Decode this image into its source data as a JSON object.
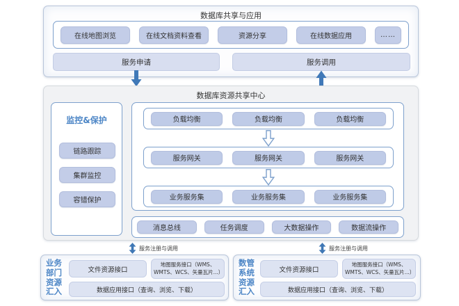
{
  "colors": {
    "accent_blue": "#4079b8",
    "panel_border": "#7da0cc",
    "button_fill": "#c3cde8",
    "bar_fill": "#d8def0",
    "label_blue": "#4d86c6",
    "mid_background": "#f1f2f4"
  },
  "top": {
    "title": "数据库共享与应用",
    "apps": [
      "在线地图浏览",
      "在线文档资料查看",
      "资源分享",
      "在线数据应用",
      "……"
    ],
    "service_apply": "服务申请",
    "service_invoke": "服务调用"
  },
  "center": {
    "title": "数据库资源共享中心",
    "monitor": {
      "title": "监控&保护",
      "items": [
        "链路跟踪",
        "集群监控",
        "容错保护"
      ]
    },
    "rows": [
      {
        "items": [
          "负载均衡",
          "负载均衡",
          "负载均衡"
        ]
      },
      {
        "items": [
          "服务网关",
          "服务网关",
          "服务网关"
        ]
      },
      {
        "items": [
          "业务服务集",
          "业务服务集",
          "业务服务集"
        ]
      }
    ],
    "bus": [
      "消息总线",
      "任务调度",
      "大数据操作",
      "数据流操作"
    ]
  },
  "registration": {
    "label": "服务注册与调用"
  },
  "bottom": {
    "left": {
      "label": "业务部门资源汇入",
      "file_interface": "文件资源接口",
      "map_interface": "地图服务接口（WMS、WMTS、WCS、矢量瓦片...）",
      "data_interface": "数据应用接口（查询、浏览、下载）"
    },
    "right": {
      "label": "数管系统资源汇入",
      "file_interface": "文件资源接口",
      "map_interface": "地图服务接口（WMS、WMTS、WCS、矢量瓦片...）",
      "data_interface": "数据应用接口（查询、浏览、下载）"
    }
  }
}
